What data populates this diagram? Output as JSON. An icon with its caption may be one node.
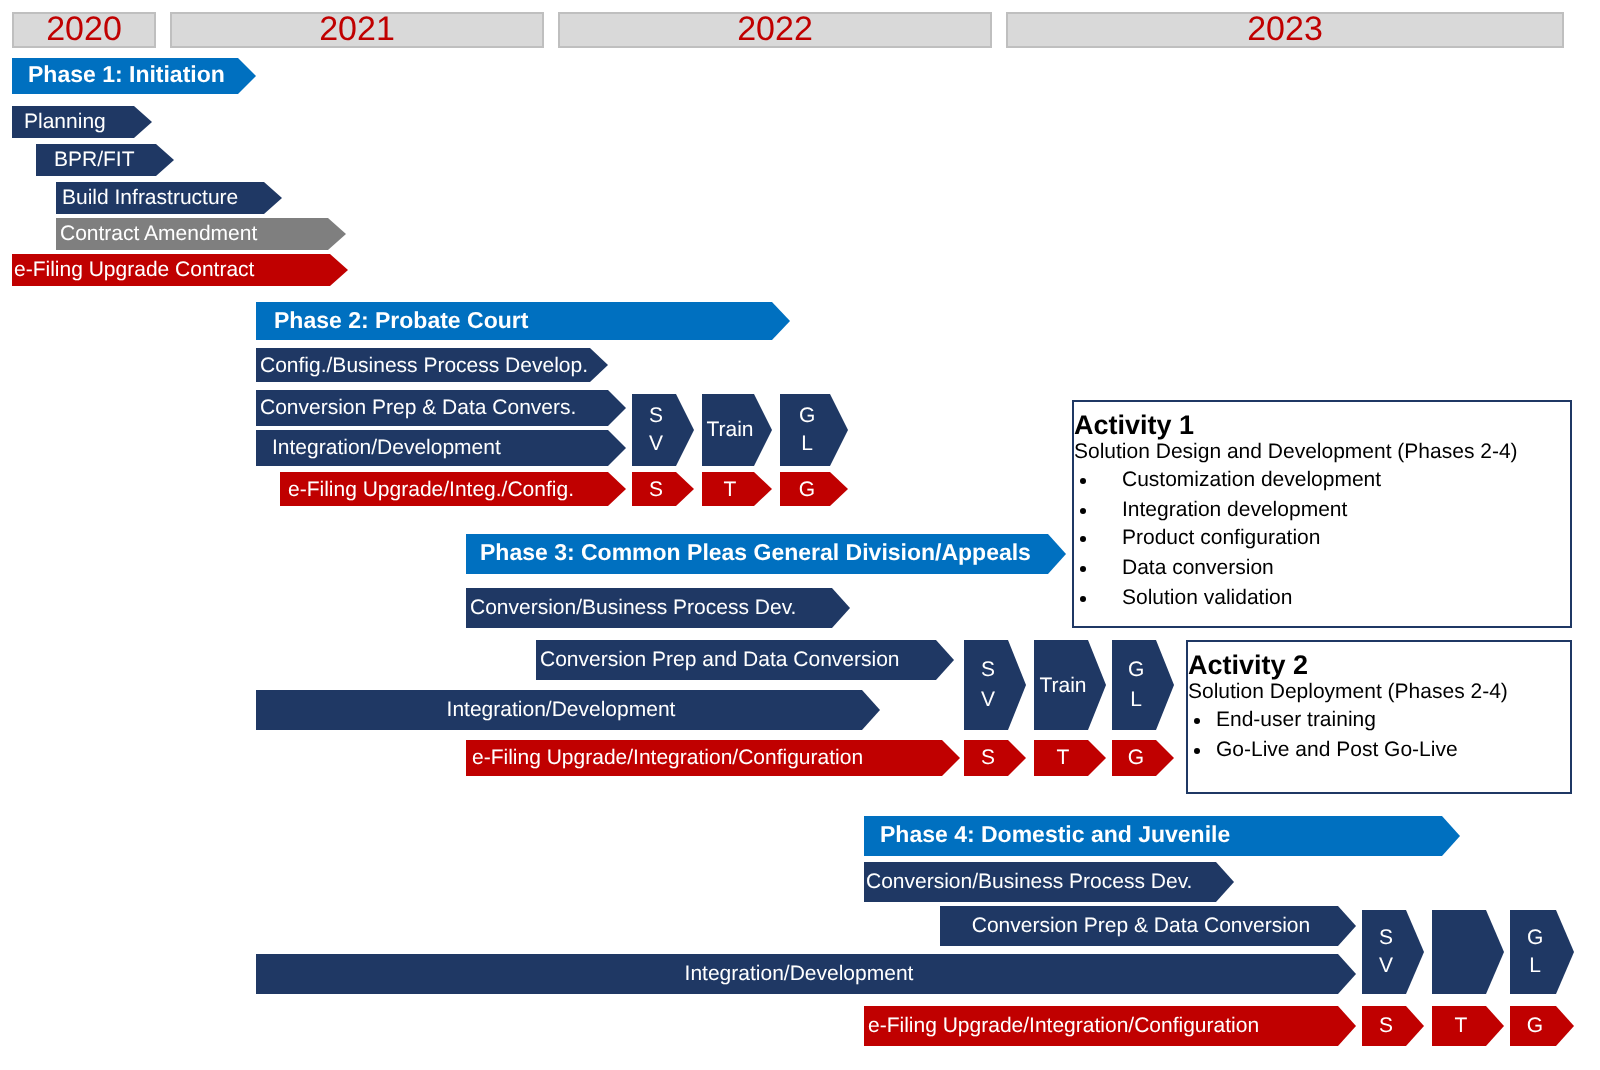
{
  "diagram": {
    "nodes": [
      {
        "text": [
          "2020"
        ]
      },
      {
        "text": [
          "2021"
        ]
      },
      {
        "text": [
          "2022"
        ]
      },
      {
        "text": [
          "2023"
        ]
      },
      {
        "text": [
          "Phase 1: Initiation"
        ]
      },
      {
        "text": [
          "Planning"
        ]
      },
      {
        "text": [
          "BPR/FIT"
        ]
      },
      {
        "text": [
          "Build Infrastructure"
        ]
      },
      {
        "text": [
          "Contract Amendment"
        ]
      },
      {
        "text": [
          "e-Filing Upgrade Contract"
        ]
      },
      {
        "text": [
          "Phase 2: Probate Court"
        ]
      },
      {
        "text": [
          "Config./Business Process Develop."
        ]
      },
      {
        "text": [
          "Conversion Prep & Data Convers."
        ]
      },
      {
        "text": [
          "S V"
        ]
      },
      {
        "text": [
          "Train"
        ]
      },
      {
        "text": [
          "G L"
        ]
      },
      {
        "text": [
          "Integration/Development"
        ]
      },
      {
        "text": [
          "e-Filing Upgrade/Integ./Config."
        ]
      },
      {
        "text": [
          "S"
        ]
      },
      {
        "text": [
          "T"
        ]
      },
      {
        "text": [
          "G"
        ]
      },
      {
        "text": [
          "Activity 1",
          "Solution Design and Development (Phases 2-4)",
          "Customization development",
          "Integration development",
          "Product configuration",
          "Data conversion",
          "Solution validation"
        ]
      },
      {
        "text": [
          "Phase 3: Common Pleas General Division/Appeals"
        ]
      },
      {
        "text": [
          "Conversion/Business Process Dev."
        ]
      },
      {
        "text": [
          "Conversion Prep and Data Conversion"
        ]
      },
      {
        "text": [
          "S V"
        ]
      },
      {
        "text": [
          "Train"
        ]
      },
      {
        "text": [
          "G L"
        ]
      },
      {
        "text": [
          "Activity 2",
          "Solution Deployment (Phases 2-4)",
          "End-user training",
          "Go-Live and Post Go-Live"
        ]
      },
      {
        "text": [
          "Integration/Development"
        ]
      },
      {
        "text": [
          "e-Filing Upgrade/Integration/Configuration"
        ]
      },
      {
        "text": [
          "S"
        ]
      },
      {
        "text": [
          "T"
        ]
      },
      {
        "text": [
          "G"
        ]
      },
      {
        "text": [
          "Phase 4: Domestic and Juvenile"
        ]
      },
      {
        "text": [
          "Conversion/Business Process Dev."
        ]
      },
      {
        "text": [
          "Conversion Prep & Data Conversion"
        ]
      },
      {
        "text": [
          "S V"
        ]
      },
      {
        "text": [],
        "shape": "chevron"
      },
      {
        "text": [
          "G L"
        ]
      },
      {
        "text": [
          "Integration/Development"
        ]
      },
      {
        "text": [
          "e-Filing Upgrade/Integration/Configuration"
        ]
      },
      {
        "text": [
          "S"
        ]
      },
      {
        "text": [
          "T"
        ]
      },
      {
        "text": [
          "G"
        ]
      }
    ]
  }
}
